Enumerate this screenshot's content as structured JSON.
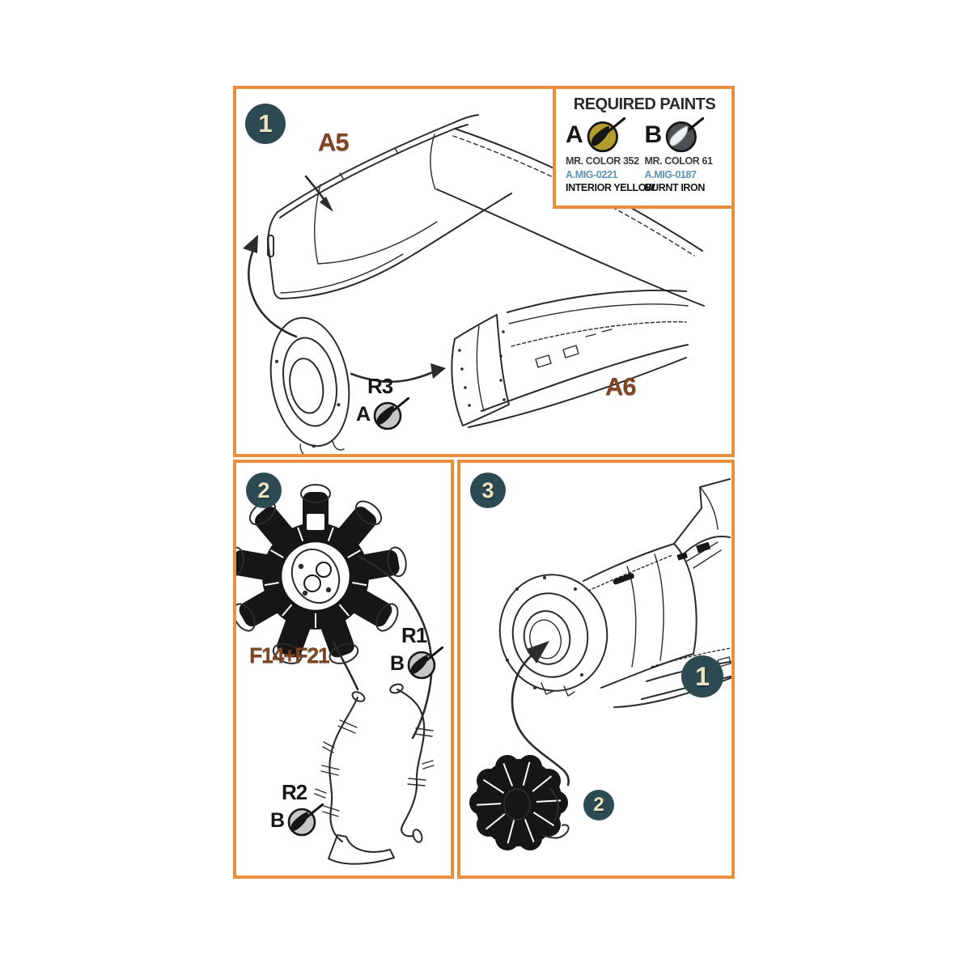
{
  "colors": {
    "border_orange": "#e78f3d",
    "badge_bg": "#2d4a53",
    "badge_text": "#eae3c2",
    "label_brown": "#7e4423",
    "amig_blue": "#5e93b4",
    "paint_a": "#b49b2e",
    "paint_b": "#4b5053",
    "paint_gray": "#c7c7c7",
    "ink": "#2b2b2b"
  },
  "legend": {
    "title": "REQUIRED PAINTS",
    "paints": [
      {
        "letter": "A",
        "code_mr": "MR. COLOR 352",
        "code_amig": "A.MIG-0221",
        "name": "INTERIOR YELLOW"
      },
      {
        "letter": "B",
        "code_mr": "MR. COLOR 61",
        "code_amig": "A.MIG-0187",
        "name": "BURNT IRON"
      }
    ]
  },
  "step1": {
    "number": "1",
    "label_a5": "A5",
    "label_a6": "A6",
    "callout": {
      "ref": "R3",
      "paint": "A"
    }
  },
  "step2": {
    "number": "2",
    "part_label": "F14+F21",
    "callout_r1": {
      "ref": "R1",
      "paint": "B"
    },
    "callout_r2": {
      "ref": "R2",
      "paint": "B"
    }
  },
  "step3": {
    "number": "3",
    "ref_badge_1": "1",
    "ref_badge_2": "2"
  }
}
